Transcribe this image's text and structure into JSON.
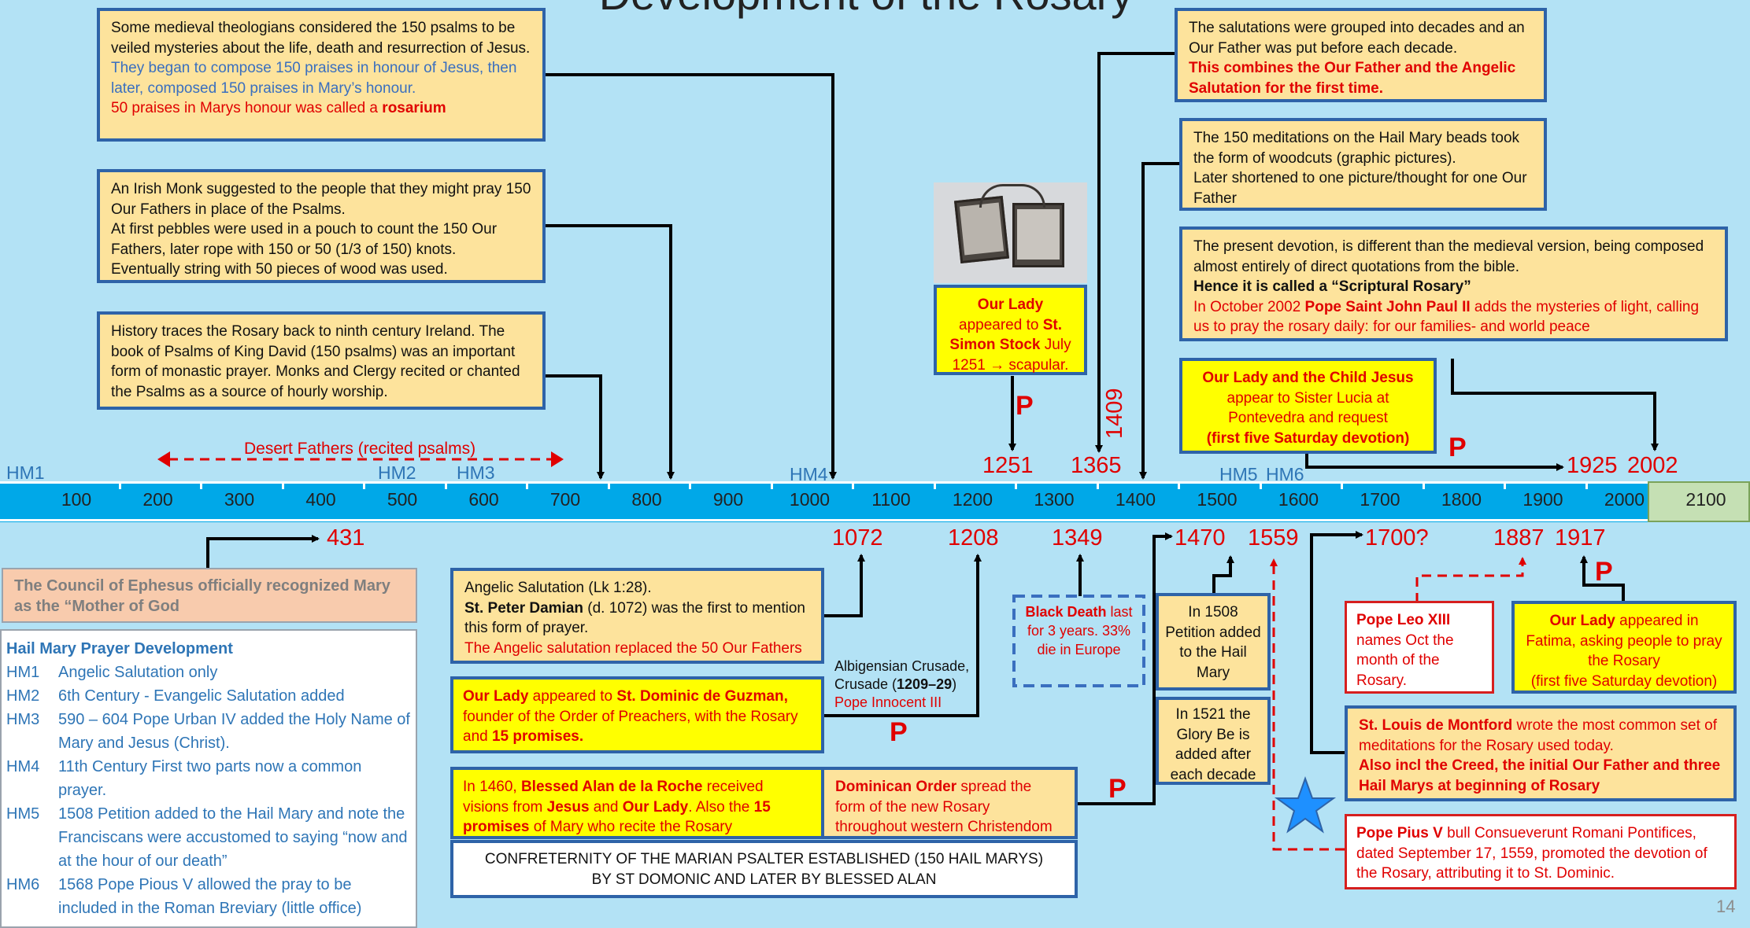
{
  "title": "Development of the Rosary",
  "page_number": "14",
  "timeline": {
    "ticks": [
      "100",
      "200",
      "300",
      "400",
      "500",
      "600",
      "700",
      "800",
      "900",
      "1000",
      "1100",
      "1200",
      "1300",
      "1400",
      "1500",
      "1600",
      "1700",
      "1800",
      "1900",
      "2000",
      "2100"
    ],
    "hm_labels": [
      "HM1",
      "HM2",
      "HM3",
      "HM4",
      "HM5",
      "HM6"
    ]
  },
  "years": {
    "y1251": "1251",
    "y1365": "1365",
    "y1409": "1409",
    "y1925": "1925",
    "y2002": "2002",
    "y431": "431",
    "y1072": "1072",
    "y1208": "1208",
    "y1349": "1349",
    "y1470": "1470",
    "y1559": "1559",
    "y1700": "1700?",
    "y1887": "1887",
    "y1917": "1917"
  },
  "p_marker": "P",
  "desert_fathers": "Desert Fathers (recited psalms)",
  "boxes": {
    "theologians": {
      "l1": "Some medieval theologians considered the 150 psalms to be veiled mysteries about the life, death and resurrection of Jesus.",
      "l2": "They began to compose 150 praises in honour of Jesus, then later, composed 150 praises in Mary’s honour.",
      "l3a": "50 praises in Marys honour was called a ",
      "l3b": "rosarium"
    },
    "irish_monk": {
      "l1": "An Irish Monk suggested to the people that they might pray 150 Our Fathers in place of the Psalms.",
      "l2": "At first pebbles were used in a pouch to count the 150 Our Fathers, later rope with 150 or 50 (1/3 of 150) knots.",
      "l3": "Eventually string with 50 pieces of wood was used."
    },
    "history": "History traces the Rosary back to ninth century Ireland. The book of Psalms of King David (150 psalms) was an important form of monastic prayer. Monks and Clergy recited or chanted the Psalms as a source of hourly worship.",
    "simon_stock": {
      "a": "Our Lady",
      "b": " appeared to ",
      "c": "St. Simon Stock",
      "d": " July 1251 → scapular."
    },
    "salutations": {
      "l1": "The salutations were grouped into decades and an Our Father was put before each decade.",
      "l2": "This combines the Our Father and the Angelic Salutation for the first time."
    },
    "meditations": {
      "l1": "The 150 meditations on the Hail Mary beads took the form of woodcuts (graphic pictures).",
      "l2": "Later shortened to one picture/thought for one Our Father"
    },
    "present": {
      "l1": "The present devotion, is different than the medieval version, being composed almost entirely of direct quotations from the bible.",
      "l2": "Hence it is called a “Scriptural Rosary”",
      "l3a": "In October 2002 ",
      "l3b": "Pope Saint John Paul II",
      "l3c": " adds the mysteries of light, calling us to pray the rosary daily: for our families- and world peace"
    },
    "pontevedra": {
      "a": "Our Lady and the Child Jesus",
      "b": "appear to Sister Lucia at Pontevedra and request",
      "c": "(first five Saturday devotion)"
    },
    "ephesus": "The Council of Ephesus officially recognized Mary as the “Mother of God",
    "hail_mary_dev": {
      "heading": "Hail Mary Prayer Development",
      "rows": [
        {
          "k": "HM1",
          "v": "Angelic Salutation only"
        },
        {
          "k": "HM2",
          "v": "6th Century - Evangelic Salutation added"
        },
        {
          "k": "HM3",
          "v": "590 – 604 Pope Urban IV added the Holy Name of Mary and Jesus (Christ)."
        },
        {
          "k": "HM4",
          "v": "11th Century First two parts now a common prayer."
        },
        {
          "k": "HM5",
          "v": "1508 Petition added to the Hail Mary and note the Franciscans were accustomed to saying “now and at the hour of our death”"
        },
        {
          "k": "HM6",
          "v": "1568 Pope Pious V allowed the pray to be included in the Roman Breviary (little office)"
        }
      ]
    },
    "angelic": {
      "l1": "Angelic Salutation (Lk 1:28).",
      "l2a": "St. Peter Damian",
      "l2b": " (d. 1072) was the first to mention this form of prayer.",
      "l3": "The Angelic salutation replaced the 50 Our Fathers"
    },
    "dominic": {
      "a": "Our Lady",
      "b": " appeared to ",
      "c": "St. Dominic de Guzman,",
      "d": " founder of the Order of Preachers, with the Rosary and ",
      "e": "15 promises."
    },
    "albigensian": {
      "l1": "Albigensian Crusade,",
      "l2a": "Crusade (",
      "l2b": "1209–29",
      "l2c": ")",
      "l3": "Pope Innocent III"
    },
    "alan": {
      "a": "In 1460, ",
      "b": "Blessed Alan de la Roche",
      "c": " received visions from ",
      "d": "Jesus",
      "e": " and ",
      "f": "Our Lady",
      "g": ". Also the ",
      "h": "15 promises",
      "i": " of Mary who recite the Rosary"
    },
    "dominican_order": {
      "a": "Dominican Order",
      "b": " spread the form of the new Rosary throughout western Christendom"
    },
    "confraternity": {
      "l1": "CONFRETERNITY OF THE MARIAN PSALTER ESTABLISHED (150 HAIL MARYS)",
      "l2": "BY ST DOMONIC AND LATER BY BLESSED ALAN"
    },
    "black_death": {
      "a": "Black Death",
      "b": " last for 3 years. 33% die in Europe"
    },
    "petition_1508": "In 1508 Petition added to the Hail Mary",
    "glory_1521": "In 1521 the Glory Be is added after each decade",
    "leo": {
      "a": "Pope Leo XIII",
      "b": " names Oct the month of the Rosary."
    },
    "fatima": {
      "a": "Our Lady",
      "b": " appeared in Fatima, asking people to pray the Rosary",
      "c": "(first five Saturday devotion)"
    },
    "montfort": {
      "a": "St. Louis de Montford",
      "b": " wrote the most common set of meditations for the Rosary used today.",
      "c": "Also incl the Creed, the initial Our Father and three Hail Marys at beginning of Rosary"
    },
    "pius": {
      "a": "Pope Pius V",
      "b": " bull Consueverunt Romani Pontifices, dated September 17, 1559, promoted the devotion of the Rosary, attributing it to St. Dominic."
    }
  },
  "colors": {
    "background": "#b3e2f5",
    "timeline": "#00a8e8",
    "box_fill": "#fde39c",
    "box_border": "#2e63a8",
    "accent_red": "#e00000"
  }
}
